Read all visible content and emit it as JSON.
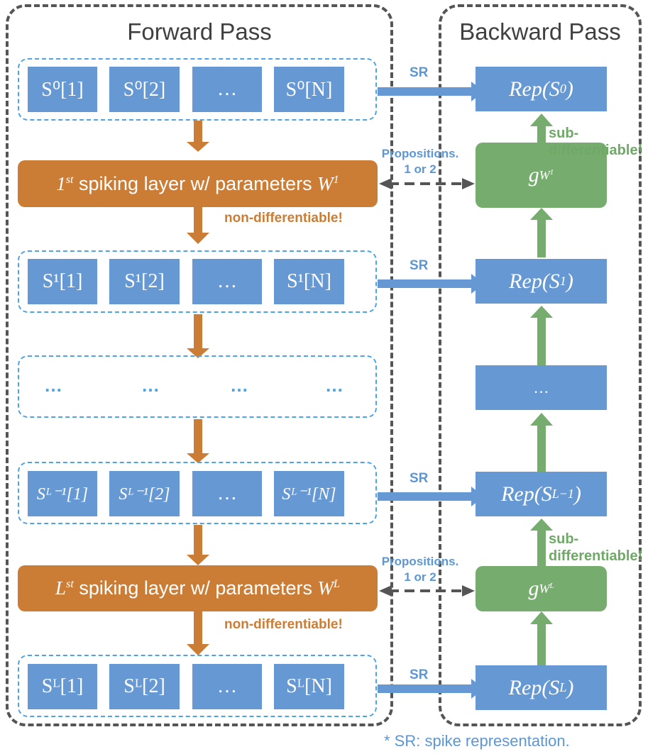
{
  "forward": {
    "title": "Forward Pass",
    "rows": [
      {
        "cells": [
          "S⁰[1]",
          "S⁰[2]",
          "…",
          "S⁰[N]"
        ]
      },
      {
        "cells": [
          "S¹[1]",
          "S¹[2]",
          "…",
          "S¹[N]"
        ]
      },
      {
        "cells": [
          "…",
          "…",
          "…",
          "…"
        ]
      },
      {
        "cells": [
          "Sᴸ⁻¹[1]",
          "Sᴸ⁻¹[2]",
          "…",
          "Sᴸ⁻¹[N]"
        ]
      },
      {
        "cells": [
          "Sᴸ[1]",
          "Sᴸ[2]",
          "…",
          "Sᴸ[N]"
        ]
      }
    ],
    "layers": [
      {
        "prefix": "1",
        "sup": "st",
        "text": " spiking layer w/ parameters ",
        "param": "W",
        "param_sup": "1"
      },
      {
        "prefix": "L",
        "sup": "st",
        "text": " spiking layer w/ parameters ",
        "param": "W",
        "param_sup": "L"
      }
    ],
    "non_diff_label": "non-differentiable!"
  },
  "backward": {
    "title": "Backward Pass",
    "reps": [
      {
        "base": "Rep(S",
        "sup": "0",
        "close": ")"
      },
      {
        "base": "Rep(S",
        "sup": "1",
        "close": ")"
      },
      {
        "base": "…",
        "sup": "",
        "close": ""
      },
      {
        "base": "Rep(S",
        "sup": "L−1",
        "close": ")"
      },
      {
        "base": "Rep(S",
        "sup": "L",
        "close": ")"
      }
    ],
    "grads": [
      {
        "g": "g",
        "sub": "W",
        "subsup": "1"
      },
      {
        "g": "g",
        "sub": "W",
        "subsup": "L"
      }
    ],
    "sub_diff_label_line1": "sub-",
    "sub_diff_label_line2": "differentiable!"
  },
  "connectors": {
    "sr_label": "SR",
    "prop_line1": "Propositions.",
    "prop_line2": "1 or 2"
  },
  "footnote": "* SR: spike representation.",
  "colors": {
    "cell_blue": "#6699d4",
    "group_border": "#4da3e8",
    "layer_orange": "#cc7d35",
    "grad_green": "#76ad6e",
    "panel_border": "#555555"
  }
}
